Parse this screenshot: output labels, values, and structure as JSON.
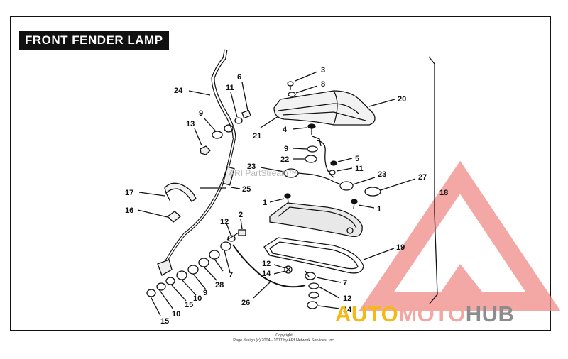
{
  "title": "FRONT FENDER LAMP",
  "watermark": "ARI PartStream™",
  "brand": {
    "part1": "AUTO",
    "part2": "MOTO",
    "part3": "HUB"
  },
  "footer": {
    "line1": "Copyright",
    "line2": "Page design (c) 2004 - 2017 by ARI Network Services, Inc."
  },
  "callouts": [
    "1",
    "1",
    "2",
    "3",
    "4",
    "5",
    "6",
    "7",
    "7",
    "8",
    "9",
    "9",
    "10",
    "10",
    "11",
    "11",
    "12",
    "12",
    "12",
    "13",
    "14",
    "14",
    "15",
    "15",
    "16",
    "17",
    "18",
    "19",
    "20",
    "21",
    "22",
    "23",
    "23",
    "24",
    "25",
    "26",
    "27",
    "28",
    "9"
  ],
  "colors": {
    "logo_red": "#f08b87",
    "logo_yellow": "#f5b915",
    "logo_gray": "#8c8c8c",
    "ink": "#111111"
  }
}
